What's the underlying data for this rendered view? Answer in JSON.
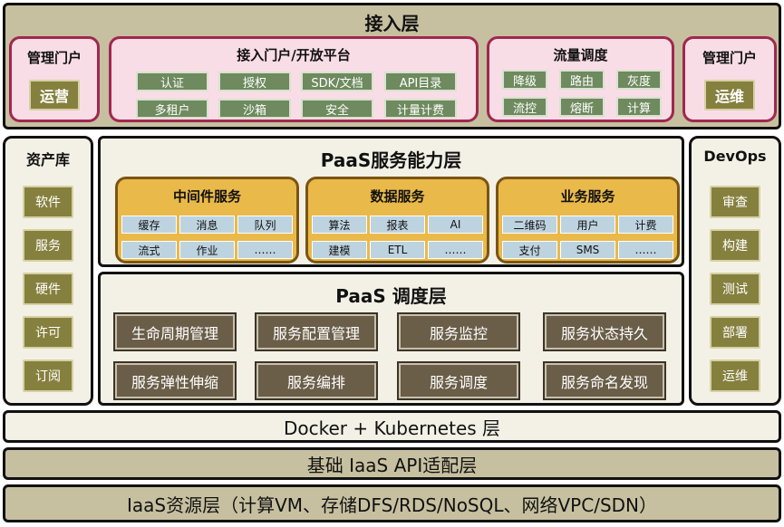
{
  "access_layer": {
    "title": "接入层",
    "left_portal": {
      "title": "管理门户",
      "button": "运营"
    },
    "right_portal": {
      "title": "管理门户",
      "button": "运维"
    },
    "open_platform": {
      "title": "接入门户/开放平台",
      "chips": [
        "认证",
        "授权",
        "SDK/文档",
        "API目录",
        "多租户",
        "沙箱",
        "安全",
        "计量计费"
      ]
    },
    "traffic": {
      "title": "流量调度",
      "chips": [
        "降级",
        "路由",
        "灰度",
        "流控",
        "熔断",
        "计算"
      ]
    }
  },
  "asset_lib": {
    "title": "资产库",
    "items": [
      "软件",
      "服务",
      "硬件",
      "许可",
      "订阅"
    ]
  },
  "devops": {
    "title": "DevOps",
    "items": [
      "审查",
      "构建",
      "测试",
      "部署",
      "运维"
    ]
  },
  "paas_capability": {
    "title": "PaaS服务能力层",
    "groups": [
      {
        "title": "中间件服务",
        "chips": [
          "缓存",
          "消息",
          "队列",
          "流式",
          "作业",
          "……"
        ]
      },
      {
        "title": "数据服务",
        "chips": [
          "算法",
          "报表",
          "AI",
          "建模",
          "ETL",
          "……"
        ]
      },
      {
        "title": "业务服务",
        "chips": [
          "二维码",
          "用户",
          "计费",
          "支付",
          "SMS",
          "……"
        ]
      }
    ]
  },
  "paas_schedule": {
    "title": "PaaS 调度层",
    "items": [
      "生命周期管理",
      "服务配置管理",
      "服务监控",
      "服务状态持久",
      "服务弹性伸缩",
      "服务编排",
      "服务调度",
      "服务命名发现"
    ]
  },
  "docker_layer": {
    "title": "Docker + Kubernetes 层"
  },
  "iaas_api_layer": {
    "title": "基础 IaaS API适配层"
  },
  "iaas_resource_layer": {
    "title": "IaaS资源层（计算VM、存储DFS/RDS/NoSQL、网络VPC/SDN）"
  },
  "colors": {
    "olive_bg": "#c7c0a0",
    "pink": "#f8dde6",
    "pink_border": "#a0284f",
    "green_chip": "#6e8a5e",
    "olive_button": "#86803f",
    "orange": "#e9b949",
    "blue_chip": "#bed3e0",
    "brown": "#6a5e48",
    "light_panel": "#f3f1e6"
  }
}
